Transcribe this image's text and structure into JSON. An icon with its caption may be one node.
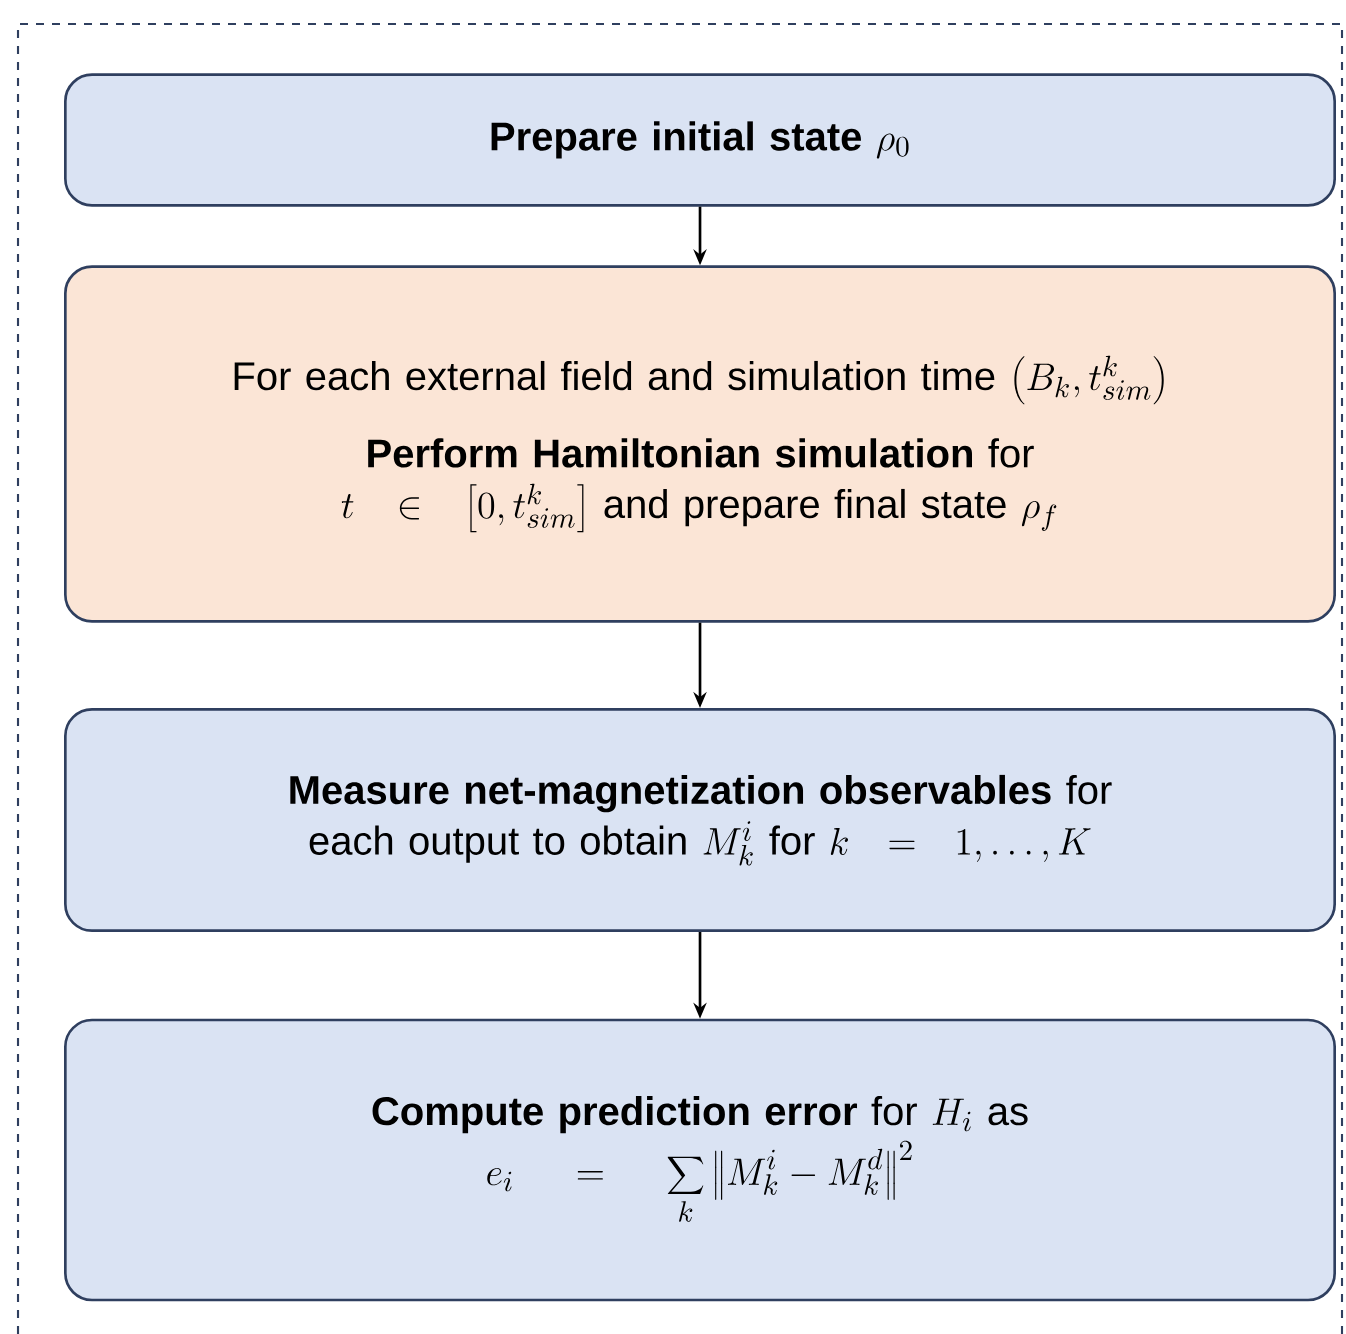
{
  "diagram": {
    "nodes": [
      {
        "text": [
          "Prepare initial state",
          "\\rho_0"
        ]
      },
      {
        "text": [
          "For each external field and simulation time",
          "\\left(B_k, t_{sim}^k\\right)",
          "**Perform Hamiltonian simulation** for",
          "t \\in \\left[0, t_{sim}^k\\right]",
          "and prepare final state",
          "\\rho_f"
        ]
      },
      {
        "text": [
          "**Measure net-magnetization observables** for each output to obtain",
          "M_k^i",
          "for",
          "k = 1, \\ldots, K"
        ]
      },
      {
        "text": [
          "**Compute prediction error** for",
          "H_i",
          "as",
          "e_i = \\sum_k \\left\\| M_k^i - M_k^d \\right\\|^2"
        ]
      }
    ],
    "edges": [
      {
        "from": 0,
        "to": 1,
        "arrow": "to"
      },
      {
        "from": 1,
        "to": 2,
        "arrow": "to"
      },
      {
        "from": 2,
        "to": 3,
        "arrow": "to"
      }
    ]
  }
}
